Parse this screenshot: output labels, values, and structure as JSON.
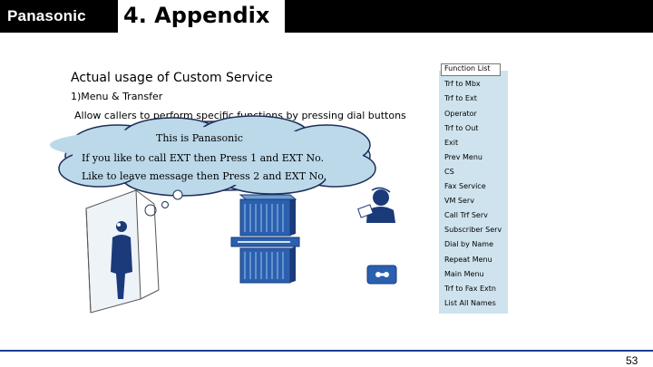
{
  "header": {
    "logo": "Panasonic",
    "title": "4. Appendix"
  },
  "main": {
    "title": "Actual usage of Custom Service",
    "subtitle": "1)Menu & Transfer",
    "description": "Allow callers to perform specific functions by pressing dial buttons"
  },
  "bubble": {
    "line1": "This is Panasonic",
    "line2": "If you like to call EXT then Press 1 and EXT No.",
    "line3": "Like to leave message then Press 2 and EXT No."
  },
  "function_list": {
    "header": "Function List",
    "items": [
      "Trf to Mbx",
      "Trf to Ext",
      "Operator",
      "Trf to Out",
      "Exit",
      "Prev Menu",
      "CS",
      "Fax Service",
      "VM Serv",
      "Call Trf Serv",
      "Subscriber Serv",
      "Dial by Name",
      "Repeat Menu",
      "Main Menu",
      "Trf to Fax Extn",
      "List All Names"
    ]
  },
  "footer": {
    "page_number": "53"
  },
  "colors": {
    "header_bg": "#000000",
    "panel_bg": "#cfe3ee",
    "bubble_fill": "#bcd9ea",
    "bubble_stroke": "#1f2f5a",
    "footer_line": "#1b3f8f"
  },
  "icons": [
    "caller-person-icon",
    "pbx-system-icon",
    "operator-headset-icon",
    "voice-mail-icon"
  ]
}
